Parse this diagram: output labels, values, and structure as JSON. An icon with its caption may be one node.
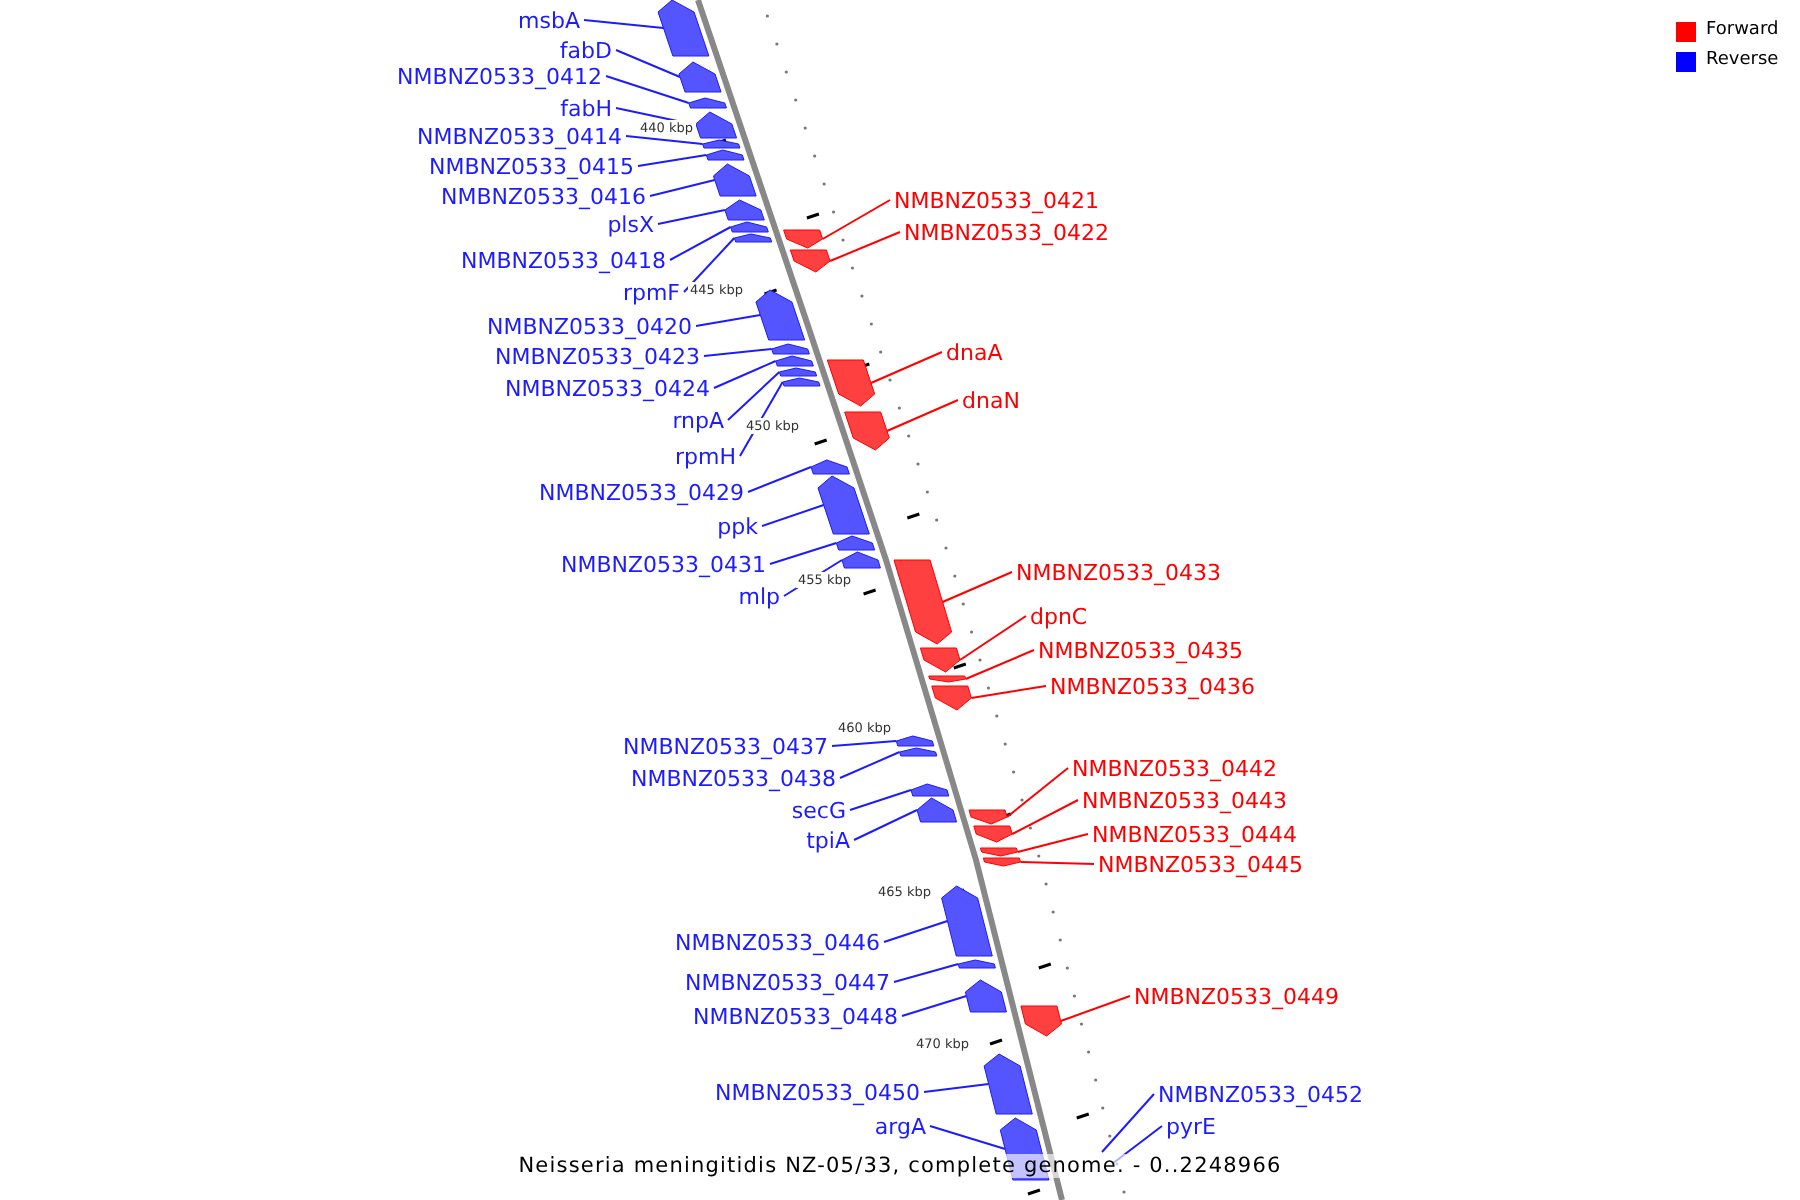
{
  "diagram": {
    "caption": "Neisseria meningitidis NZ-05/33, complete genome. - 0..2248966",
    "nodes": [
      {
        "text": [
          "msbA"
        ]
      },
      {
        "text": [],
        "shape": "bar"
      },
      {
        "text": [
          "fabD"
        ]
      },
      {
        "text": [],
        "shape": "bar"
      },
      {
        "text": [
          "NMBNZ0533_0412"
        ]
      },
      {
        "text": [],
        "shape": "bar"
      },
      {
        "text": [
          "fabH"
        ]
      },
      {
        "text": [],
        "shape": "bar"
      },
      {
        "text": [
          "NMBNZ0533_0414"
        ]
      },
      {
        "text": [],
        "shape": "bar"
      },
      {
        "text": [
          "NMBNZ0533_0415"
        ]
      },
      {
        "text": [],
        "shape": "bar"
      },
      {
        "text": [
          "NMBNZ0533_0416"
        ]
      },
      {
        "text": [],
        "shape": "bar"
      },
      {
        "text": [
          "plsX"
        ]
      },
      {
        "text": [],
        "shape": "bar"
      },
      {
        "text": [
          "NMBNZ0533_0418"
        ]
      },
      {
        "text": [],
        "shape": "bar"
      },
      {
        "text": [
          "NMBNZ0533_0421"
        ]
      },
      {
        "text": [],
        "shape": "bar"
      },
      {
        "text": [
          "rpmF"
        ]
      },
      {
        "text": [],
        "shape": "bar"
      },
      {
        "text": [
          "NMBNZ0533_0422"
        ]
      },
      {
        "text": [],
        "shape": "bar"
      },
      {
        "text": [
          "NMBNZ0533_0420"
        ]
      },
      {
        "text": [],
        "shape": "bar"
      },
      {
        "text": [
          "NMBNZ0533_0423"
        ]
      },
      {
        "text": [],
        "shape": "bar"
      },
      {
        "text": [
          "NMBNZ0533_0424"
        ]
      },
      {
        "text": [],
        "shape": "bar"
      },
      {
        "text": [
          "dnaA"
        ]
      },
      {
        "text": [],
        "shape": "bar"
      },
      {
        "text": [
          "rnpA"
        ]
      },
      {
        "text": [],
        "shape": "bar"
      },
      {
        "text": [
          "rpmH"
        ]
      },
      {
        "text": [],
        "shape": "bar"
      },
      {
        "text": [
          "dnaN"
        ]
      },
      {
        "text": [],
        "shape": "bar"
      },
      {
        "text": [
          "NMBNZ0533_0429"
        ]
      },
      {
        "text": [],
        "shape": "bar"
      },
      {
        "text": [
          "ppk"
        ]
      },
      {
        "text": [],
        "shape": "bar"
      },
      {
        "text": [
          "NMBNZ0533_0431"
        ]
      },
      {
        "text": [],
        "shape": "bar"
      },
      {
        "text": [
          "mlp"
        ]
      },
      {
        "text": [],
        "shape": "bar"
      },
      {
        "text": [
          "NMBNZ0533_0433"
        ]
      },
      {
        "text": [],
        "shape": "bar"
      },
      {
        "text": [
          "dpnC"
        ]
      },
      {
        "text": [],
        "shape": "bar"
      },
      {
        "text": [
          "NMBNZ0533_0435"
        ]
      },
      {
        "text": [],
        "shape": "bar"
      },
      {
        "text": [
          "NMBNZ0533_0436"
        ]
      },
      {
        "text": [],
        "shape": "bar"
      },
      {
        "text": [
          "NMBNZ0533_0437"
        ]
      },
      {
        "text": [],
        "shape": "bar"
      },
      {
        "text": [
          "NMBNZ0533_0438"
        ]
      },
      {
        "text": [],
        "shape": "bar"
      },
      {
        "text": [
          "secG"
        ]
      },
      {
        "text": [],
        "shape": "bar"
      },
      {
        "text": [
          "tpiA"
        ]
      },
      {
        "text": [],
        "shape": "bar"
      },
      {
        "text": [
          "NMBNZ0533_0442"
        ]
      },
      {
        "text": [],
        "shape": "bar"
      },
      {
        "text": [
          "NMBNZ0533_0443"
        ]
      },
      {
        "text": [],
        "shape": "bar"
      },
      {
        "text": [
          "NMBNZ0533_0444"
        ]
      },
      {
        "text": [],
        "shape": "bar"
      },
      {
        "text": [
          "NMBNZ0533_0445"
        ]
      },
      {
        "text": [],
        "shape": "bar"
      },
      {
        "text": [
          "NMBNZ0533_0446"
        ]
      },
      {
        "text": [],
        "shape": "bar"
      },
      {
        "text": [
          "NMBNZ0533_0447"
        ]
      },
      {
        "text": [],
        "shape": "bar"
      },
      {
        "text": [
          "NMBNZ0533_0448"
        ]
      },
      {
        "text": [],
        "shape": "bar"
      },
      {
        "text": [
          "NMBNZ0533_0449"
        ]
      },
      {
        "text": [],
        "shape": "bar"
      },
      {
        "text": [
          "NMBNZ0533_0450"
        ]
      },
      {
        "text": [],
        "shape": "bar"
      },
      {
        "text": [
          "argA"
        ]
      },
      {
        "text": [],
        "shape": "bar"
      },
      {
        "text": [
          "NMBNZ0533_0452"
        ]
      },
      {
        "text": [
          "pyrE"
        ]
      }
    ],
    "edges": [
      {
        "from": 0,
        "to": 1,
        "arrow": "none"
      },
      {
        "from": 2,
        "to": 3,
        "arrow": "none"
      },
      {
        "from": 4,
        "to": 5,
        "arrow": "none"
      },
      {
        "from": 6,
        "to": 7,
        "arrow": "none"
      },
      {
        "from": 8,
        "to": 9,
        "arrow": "none"
      },
      {
        "from": 10,
        "to": 11,
        "arrow": "none"
      },
      {
        "from": 12,
        "to": 13,
        "arrow": "none"
      },
      {
        "from": 14,
        "to": 15,
        "arrow": "none"
      },
      {
        "from": 16,
        "to": 17,
        "arrow": "none"
      },
      {
        "from": 18,
        "to": 19,
        "arrow": "none",
        "color": "#ff0000"
      },
      {
        "from": 20,
        "to": 21,
        "arrow": "none"
      },
      {
        "from": 22,
        "to": 23,
        "arrow": "none",
        "color": "#ff0000"
      },
      {
        "from": 24,
        "to": 25,
        "arrow": "none"
      },
      {
        "from": 26,
        "to": 27,
        "arrow": "none"
      },
      {
        "from": 28,
        "to": 29,
        "arrow": "none"
      },
      {
        "from": 30,
        "to": 31,
        "arrow": "none",
        "color": "#ff0000"
      },
      {
        "from": 32,
        "to": 33,
        "arrow": "none"
      },
      {
        "from": 34,
        "to": 35,
        "arrow": "none"
      },
      {
        "from": 36,
        "to": 37,
        "arrow": "none",
        "color": "#ff0000"
      },
      {
        "from": 38,
        "to": 39,
        "arrow": "none"
      },
      {
        "from": 40,
        "to": 41,
        "arrow": "none"
      },
      {
        "from": 42,
        "to": 43,
        "arrow": "none"
      },
      {
        "from": 44,
        "to": 45,
        "arrow": "none"
      },
      {
        "from": 46,
        "to": 47,
        "arrow": "none",
        "color": "#ff0000"
      },
      {
        "from": 48,
        "to": 49,
        "arrow": "none",
        "color": "#ff0000"
      },
      {
        "from": 50,
        "to": 51,
        "arrow": "none",
        "color": "#ff0000"
      },
      {
        "from": 52,
        "to": 53,
        "arrow": "none",
        "color": "#ff0000"
      },
      {
        "from": 54,
        "to": 55,
        "arrow": "none"
      },
      {
        "from": 56,
        "to": 57,
        "arrow": "none"
      },
      {
        "from": 58,
        "to": 59,
        "arrow": "none"
      },
      {
        "from": 60,
        "to": 61,
        "arrow": "none"
      },
      {
        "from": 62,
        "to": 63,
        "arrow": "none",
        "color": "#ff0000"
      },
      {
        "from": 64,
        "to": 65,
        "arrow": "none",
        "color": "#ff0000"
      },
      {
        "from": 66,
        "to": 67,
        "arrow": "none",
        "color": "#ff0000"
      },
      {
        "from": 68,
        "to": 69,
        "arrow": "none",
        "color": "#ff0000"
      },
      {
        "from": 70,
        "to": 71,
        "arrow": "none"
      },
      {
        "from": 72,
        "to": 73,
        "arrow": "none"
      },
      {
        "from": 74,
        "to": 75,
        "arrow": "none"
      },
      {
        "from": 76,
        "to": 77,
        "arrow": "none",
        "color": "#ff0000"
      },
      {
        "from": 78,
        "to": 79,
        "arrow": "none"
      },
      {
        "from": 80,
        "to": 81,
        "arrow": "none"
      },
      {
        "from": 82,
        "to": null,
        "arrow": "none"
      },
      {
        "from": 83,
        "to": null,
        "arrow": "none"
      }
    ],
    "labels": [
      "440 kbp",
      "445 kbp",
      "450 kbp",
      "455 kbp",
      "460 kbp",
      "465 kbp",
      "470 kbp"
    ],
    "legend": [
      {
        "text": "Forward",
        "color": "#ff0000"
      },
      {
        "text": "Reverse",
        "color": "#0000ff"
      }
    ]
  }
}
